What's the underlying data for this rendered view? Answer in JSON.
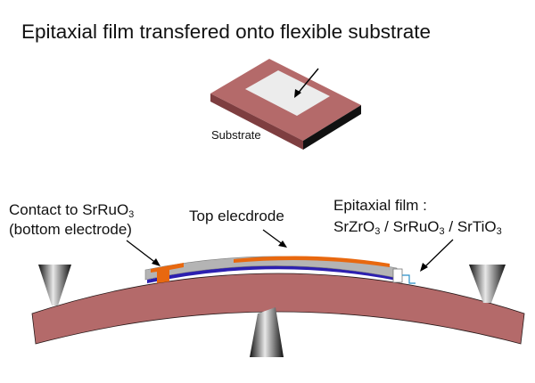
{
  "title": "Epitaxial film transfered onto flexible substrate",
  "inset": {
    "substrate_label": "Substrate"
  },
  "labels": {
    "contact": {
      "line1": "Contact to SrRuO",
      "line1_sub": "3",
      "line2": "(bottom electrode)"
    },
    "top_electrode": "Top elecdrode",
    "epi_film": {
      "line1": "Epitaxial film :",
      "parts": [
        {
          "text": "SrZrO",
          "sub": "3",
          "sep": " / "
        },
        {
          "text": "SrRuO",
          "sub": "3",
          "sep": " / "
        },
        {
          "text": "SrTiO",
          "sub": "3",
          "sep": ""
        }
      ]
    }
  },
  "colors": {
    "substrate": "#b46a6a",
    "substrate_dark": "#7e3e40",
    "substrate_edge": "#1a1a1a",
    "film_grey": "#b4b4b4",
    "bottom_electrode": "#2c1fb0",
    "top_electrode": "#e8680f",
    "support": "#222222",
    "callout": "#2a8fc6"
  }
}
